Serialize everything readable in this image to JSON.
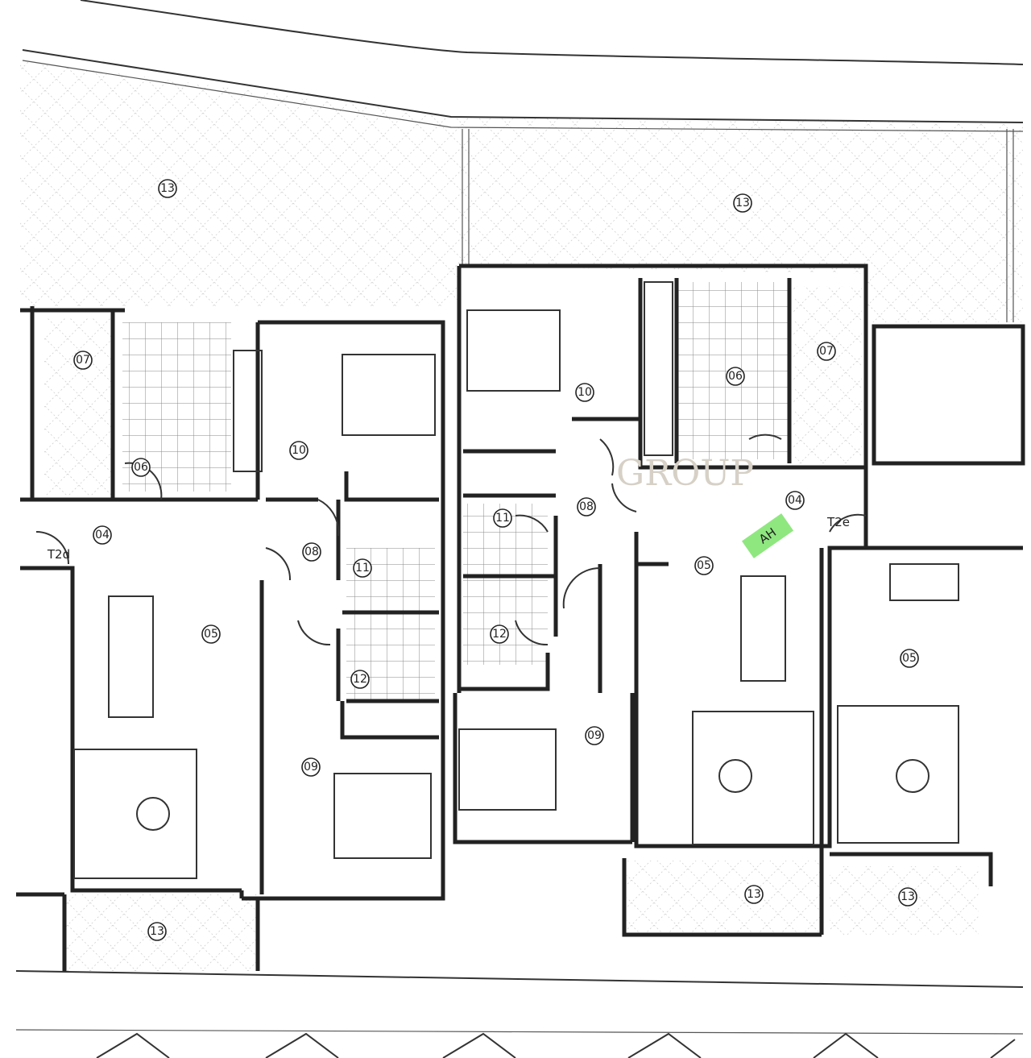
{
  "plan": {
    "watermark": "GROUP",
    "marker": "AH",
    "marker_color": "#7be36a",
    "unit_left": "T2d",
    "unit_right": "T2e",
    "rooms": {
      "r13a": "13",
      "r13b": "13",
      "r13c": "13",
      "r13d": "13",
      "r13e": "13",
      "l07": "07",
      "l06": "06",
      "l10": "10",
      "l04": "04",
      "l08": "08",
      "l11": "11",
      "l05": "05",
      "l12": "12",
      "l09": "09",
      "m10": "10",
      "m06": "06",
      "m07": "07",
      "m11": "11",
      "m08": "08",
      "m04": "04",
      "m05": "05",
      "m12": "12",
      "m09": "09",
      "e05": "05"
    }
  }
}
